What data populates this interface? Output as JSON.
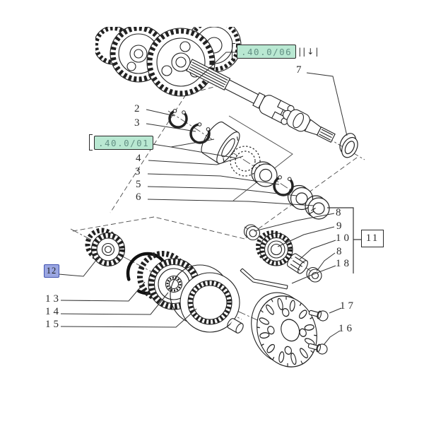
{
  "refs": {
    "top": ".40.0/06",
    "left": ".40.0/01",
    "nav_marks": "||↓|"
  },
  "callouts": {
    "c2": "2",
    "c3a": "3",
    "c4": "4",
    "c3b": "3",
    "c5": "5",
    "c6": "6",
    "c7": "7",
    "c8a": "8",
    "c9": "9",
    "c10": "10",
    "c8b": "8",
    "c18": "18",
    "c11": "11",
    "c12": "12",
    "c13": "13",
    "c14": "14",
    "c15": "15",
    "c17": "17",
    "c16": "16"
  },
  "colors": {
    "line": "#222222",
    "highlight_green": "#b9e8d2",
    "highlight_green_text": "#639084",
    "highlight_blue": "#9aa6e2",
    "highlight_blue_border": "#4052b0"
  }
}
